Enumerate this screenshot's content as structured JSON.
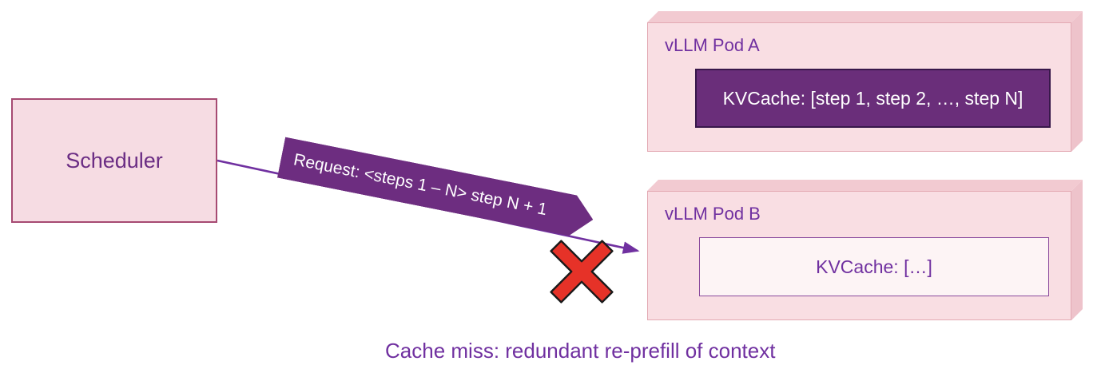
{
  "scheduler": {
    "label": "Scheduler"
  },
  "arrow": {
    "label": "Request: <steps 1 – N> step N + 1"
  },
  "pods": {
    "a": {
      "title": "vLLM Pod A",
      "kvcache": "KVCache: [step 1, step 2, …, step N]"
    },
    "b": {
      "title": "vLLM Pod B",
      "kvcache": "KVCache: […]"
    }
  },
  "caption": {
    "text": "Cache miss: redundant re-prefill of context"
  },
  "icons": {
    "cache_miss": "red-x-icon"
  },
  "colors": {
    "purple_text": "#7030a0",
    "banner_purple": "#6d2d80",
    "kvcache_dark_purple": "#6a2e7a",
    "pod_pink_fill": "#f9dee3",
    "pod_pink_border": "#e3a9b3",
    "scheduler_fill": "#f6dce3",
    "scheduler_border": "#a64a72",
    "arrow_purple": "#7030a0",
    "red_x": "#e63228"
  }
}
